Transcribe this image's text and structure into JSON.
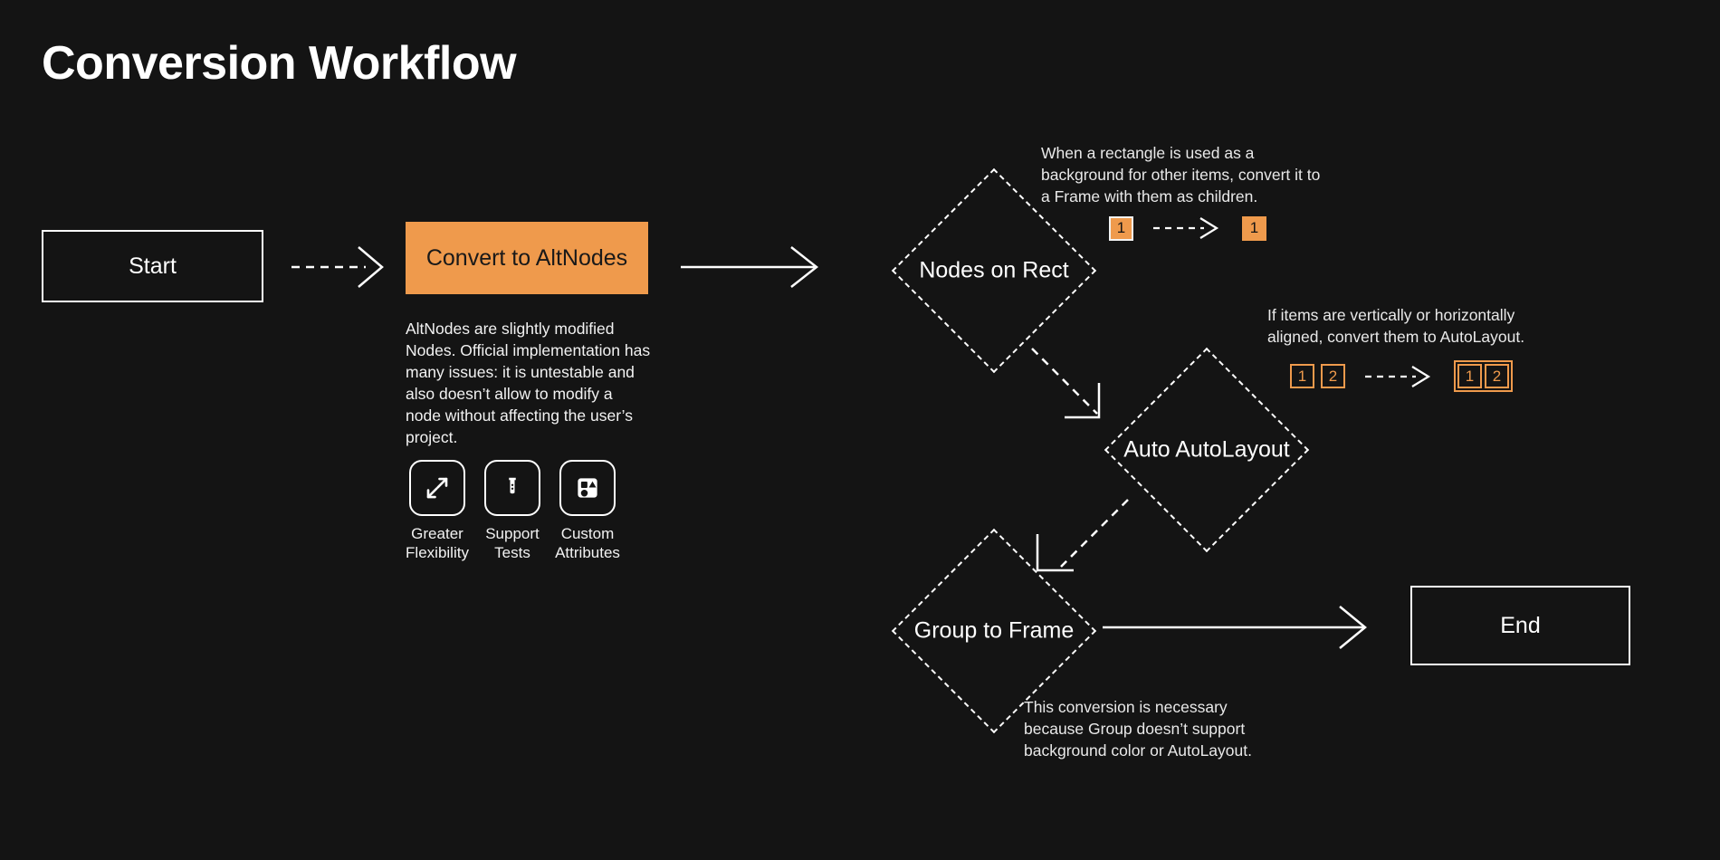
{
  "page": {
    "title": "Conversion Workflow",
    "background_color": "#141414",
    "accent_color": "#ef9a4c",
    "text_color": "#ffffff"
  },
  "nodes": {
    "start": {
      "label": "Start",
      "type": "terminal"
    },
    "convert": {
      "label": "Convert to AltNodes",
      "type": "process"
    },
    "nodes_on_rect": {
      "label": "Nodes on Rect",
      "type": "decision"
    },
    "auto_autolayout": {
      "label": "Auto AutoLayout",
      "type": "decision"
    },
    "group_to_frame": {
      "label": "Group to Frame",
      "type": "decision"
    },
    "end": {
      "label": "End",
      "type": "terminal"
    }
  },
  "descriptions": {
    "altnodes": "AltNodes are slightly modified Nodes. Official implementation has many issues: it is untestable and also doesn’t allow to modify a node without affecting the user’s project.",
    "nodes_on_rect": "When a rectangle is used as a background for other items, convert it to a Frame with them as children.",
    "auto_autolayout": "If items are vertically or horizontally aligned, convert them to AutoLayout.",
    "group_to_frame": "This conversion is necessary because Group doesn’t support background color or AutoLayout."
  },
  "features": [
    {
      "icon": "expand-arrows-icon",
      "label": "Greater\nFlexibility",
      "line1": "Greater",
      "line2": "Flexibility"
    },
    {
      "icon": "test-tube-icon",
      "label": "Support\nTests",
      "line1": "Support",
      "line2": "Tests"
    },
    {
      "icon": "shapes-icon",
      "label": "Custom\nAttributes",
      "line1": "Custom",
      "line2": "Attributes"
    }
  ],
  "illustrations": {
    "rect_example": {
      "before": [
        {
          "text": "1",
          "style": "filled-outline"
        }
      ],
      "after": [
        {
          "text": "1",
          "style": "filled"
        }
      ],
      "connector": "dashed-arrow"
    },
    "autolayout_example": {
      "before": [
        {
          "text": "1",
          "style": "outline"
        },
        {
          "text": "2",
          "style": "outline"
        }
      ],
      "after": [
        {
          "text": "1",
          "style": "outline"
        },
        {
          "text": "2",
          "style": "outline"
        }
      ],
      "after_grouped": true,
      "connector": "dashed-arrow"
    }
  },
  "edges": [
    {
      "from": "start",
      "to": "convert",
      "style": "dashed",
      "direction": "right"
    },
    {
      "from": "convert",
      "to": "nodes_on_rect",
      "style": "solid",
      "direction": "right"
    },
    {
      "from": "nodes_on_rect",
      "to": "auto_autolayout",
      "style": "dashed",
      "direction": "down-right"
    },
    {
      "from": "auto_autolayout",
      "to": "group_to_frame",
      "style": "dashed",
      "direction": "down-left"
    },
    {
      "from": "group_to_frame",
      "to": "end",
      "style": "solid",
      "direction": "right"
    }
  ]
}
